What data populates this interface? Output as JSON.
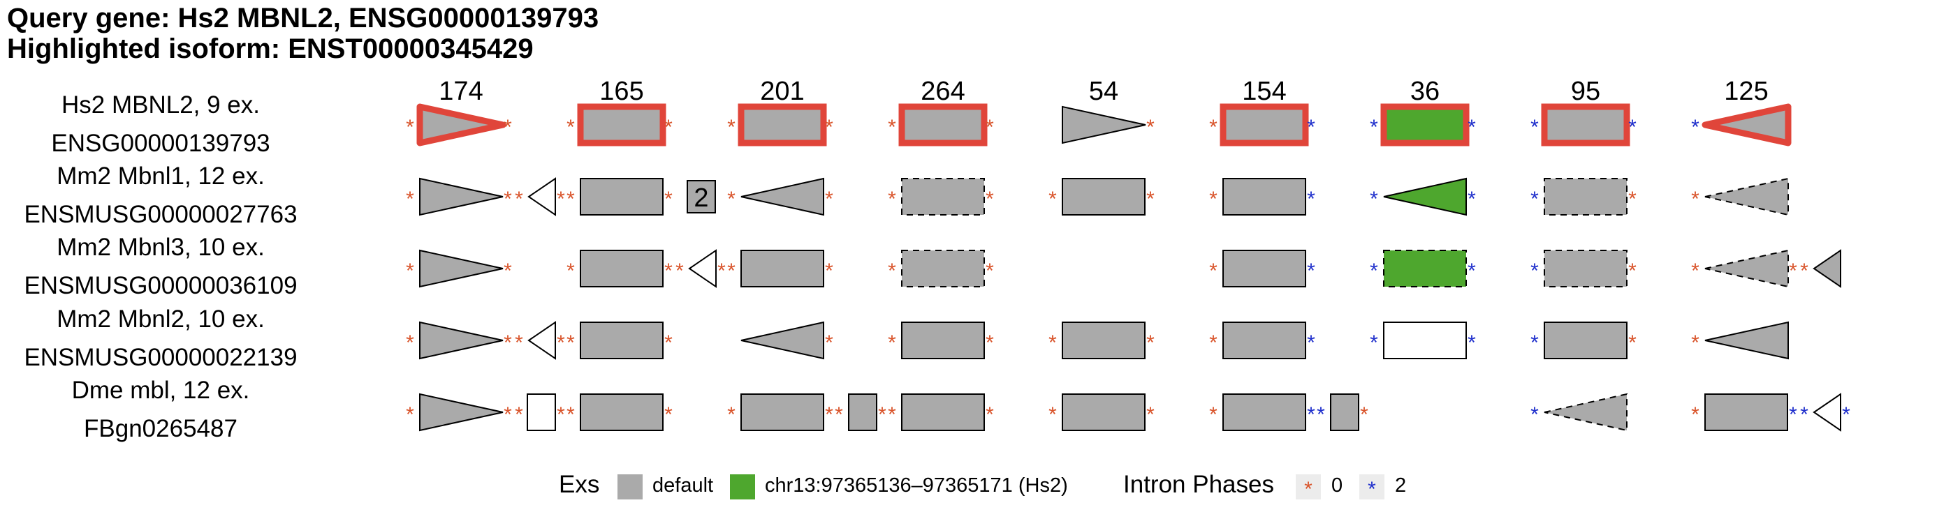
{
  "header": {
    "query_line": "Query gene: Hs2 MBNL2, ENSG00000139793",
    "isoform_line": "Highlighted isoform: ENST00000345429"
  },
  "exon_lengths": [
    "174",
    "165",
    "201",
    "264",
    "54",
    "154",
    "36",
    "95",
    "125"
  ],
  "genes": [
    {
      "name": "Hs2 MBNL2, 9 ex.",
      "id": "ENSG00000139793"
    },
    {
      "name": "Mm2 Mbnl1, 12 ex.",
      "id": "ENSMUSG00000027763"
    },
    {
      "name": "Mm2 Mbnl3, 10 ex.",
      "id": "ENSMUSG00000036109"
    },
    {
      "name": "Mm2 Mbnl2, 10 ex.",
      "id": "ENSMUSG00000022139"
    },
    {
      "name": "Dme mbl, 12 ex.",
      "id": "FBgn0265487"
    }
  ],
  "inserted_exon_label": "2",
  "colors": {
    "default_exon": "#aaaaaa",
    "chr13_exon": "#4ea72e",
    "highlight_border": "#e0453a",
    "phase0": "#d9542b",
    "phase2": "#1f2fcc",
    "legend_bg": "#ececec"
  },
  "legend": {
    "exs_title": "Exs",
    "default_label": "default",
    "chr13_label": "chr13:97365136–97365171 (Hs2)",
    "phases_title": "Intron Phases",
    "phase0_label": "0",
    "phase2_label": "2",
    "phase_symbol": "*"
  }
}
